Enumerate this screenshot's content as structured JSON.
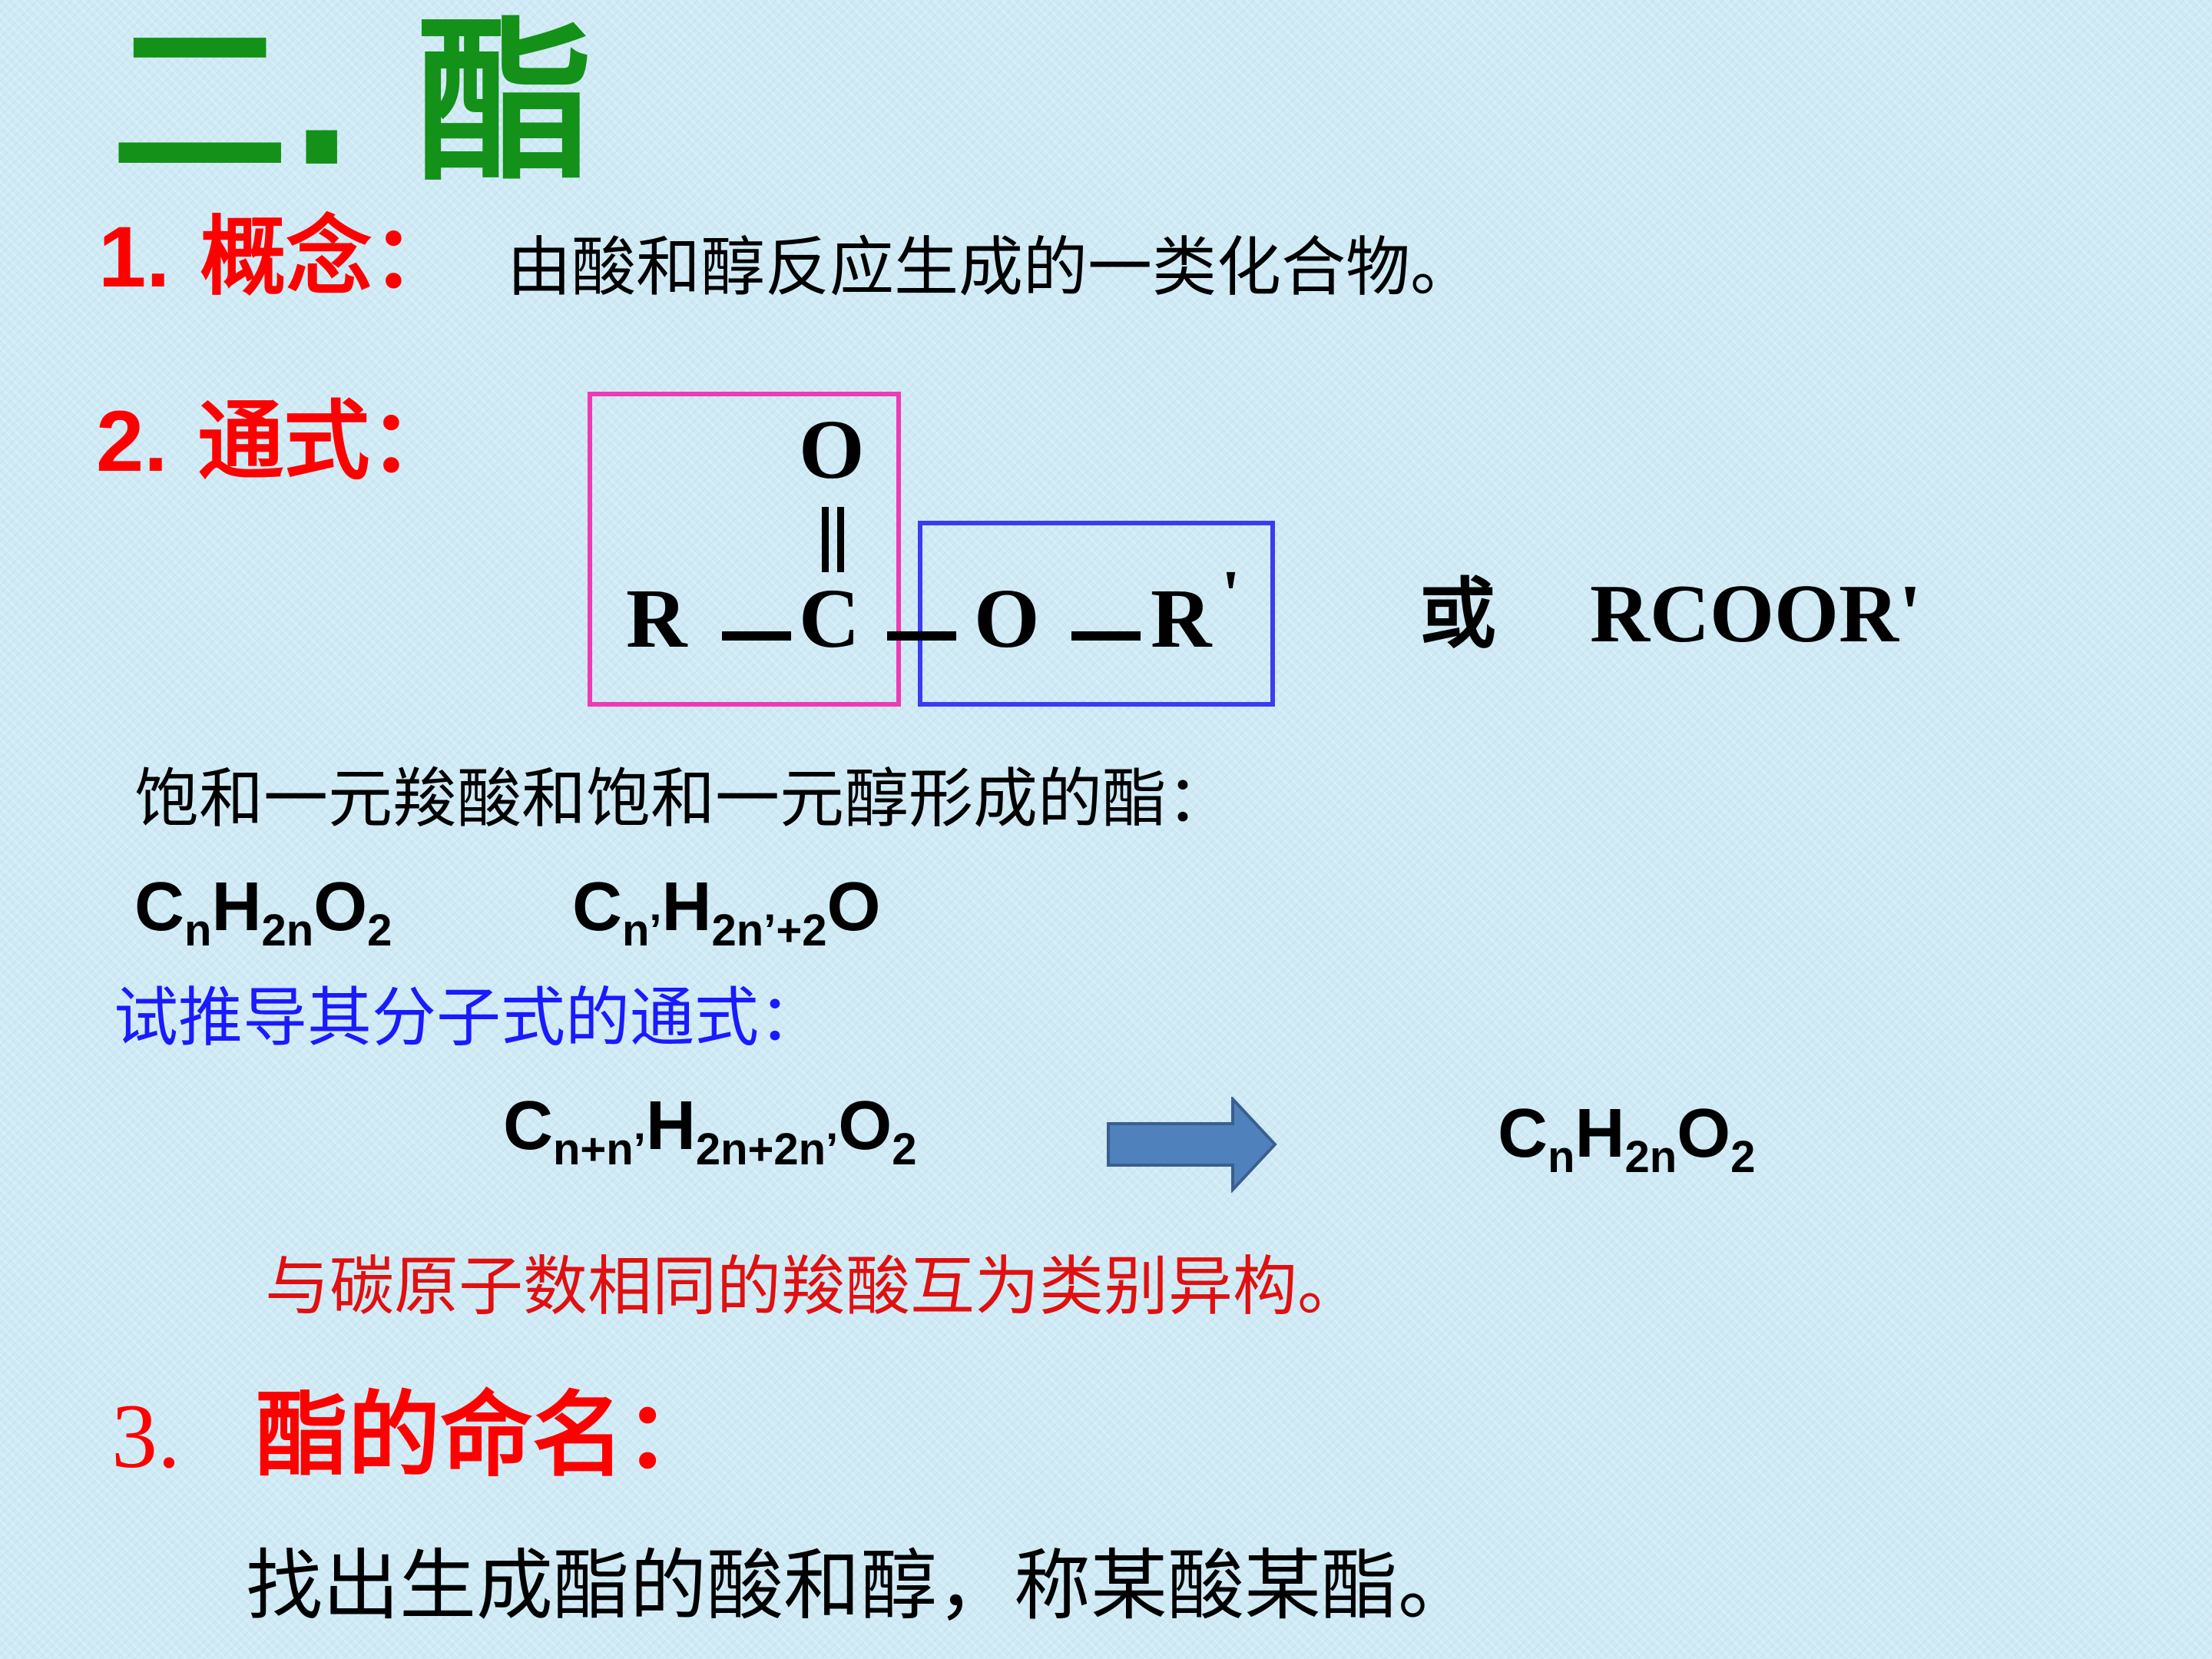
{
  "title": "二. 酯",
  "concept": {
    "number": "1.",
    "label": "概念：",
    "text": "由酸和醇反应生成的一类化合物。"
  },
  "general_formula": {
    "number": "2.",
    "label": "通式：",
    "structure": {
      "r": "R",
      "c": "C",
      "o_top": "O",
      "o_single": "O",
      "r_prime": "R",
      "prime": "'"
    },
    "or": "或",
    "condensed": "RCOOR'"
  },
  "saturated": {
    "text": "饱和一元羧酸和饱和一元醇形成的酯：",
    "acid": {
      "c": "C",
      "c_sub": "n",
      "h": "H",
      "h_sub": "2n",
      "o": "O",
      "o_sub": "2"
    },
    "alcohol": {
      "c": "C",
      "c_sub": "n’",
      "h": "H",
      "h_sub": "2n’+2",
      "o": "O"
    }
  },
  "derive": {
    "prompt": "试推导其分子式的通式：",
    "combined": {
      "c": "C",
      "c_sub": "n+n’",
      "h": "H",
      "h_sub": "2n+2n’",
      "o": "O",
      "o_sub": "2"
    },
    "result": {
      "c": "C",
      "c_sub": "n",
      "h": "H",
      "h_sub": "2n",
      "o": "O",
      "o_sub": "2"
    }
  },
  "isomer_note": "与碳原子数相同的羧酸互为类别异构。",
  "naming": {
    "number": "3.",
    "label": "酯的命名：",
    "text": "找出生成酯的酸和醇，称某酸某酯。"
  },
  "colors": {
    "background": "#cfeaf5",
    "title": "#149118",
    "heading": "#ff0000",
    "derive": "#1a1aff",
    "isomer": "#e01010",
    "box_acyl": "#ee3ab4",
    "box_alkoxy": "#3b3bf0",
    "arrow": "#4f81bd"
  },
  "icons": {
    "arrow": "right-block-arrow"
  }
}
